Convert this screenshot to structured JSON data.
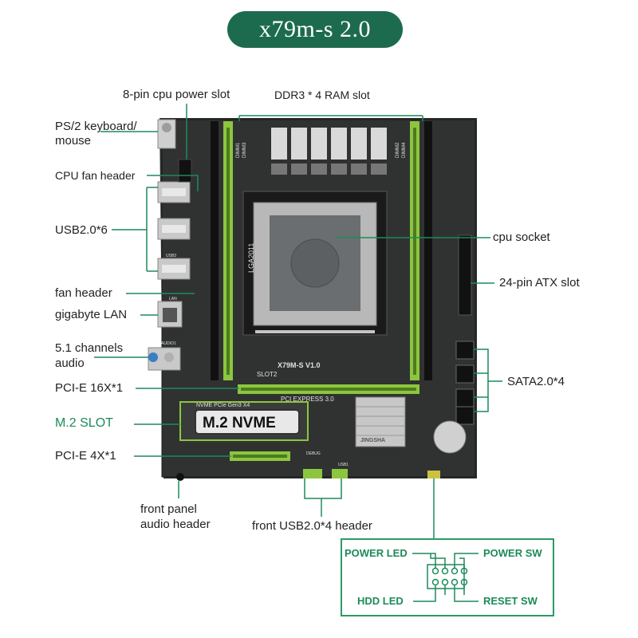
{
  "title": "x79m-s 2.0",
  "labels": {
    "cpu_power": "8-pin cpu power slot",
    "ram": "DDR3 * 4 RAM slot",
    "ps2_line1": "PS/2 keyboard/",
    "ps2_line2": "mouse",
    "cpu_fan": "CPU fan header",
    "usb": "USB2.0*6",
    "fan": "fan header",
    "lan": "gigabyte LAN",
    "audio_line1": "5.1 channels",
    "audio_line2": "audio",
    "pcie16": "PCI-E 16X*1",
    "m2": "M.2 SLOT",
    "pcie4": "PCI-E 4X*1",
    "front_audio_line1": "front panel",
    "front_audio_line2": "audio header",
    "front_usb": "front USB2.0*4 header",
    "cpu_socket": "cpu socket",
    "atx": "24-pin ATX slot",
    "sata": "SATA2.0*4"
  },
  "board_text": {
    "socket": "LGA2011",
    "model": "X79M-S   V1.0",
    "slot": "SLOT2",
    "pci_express": "PCI EXPRESS 3.0",
    "nvme_silk": "NVME PCIe Gen3 X4",
    "m2_badge": "M.2 NVME",
    "dimm1": "DIMM1",
    "dimm3": "DIMM3",
    "dimm2": "DIMM2",
    "dimm4": "DIMM4",
    "lan_silk": "LAN",
    "audio_silk": "AUDIO1",
    "usb3_silk": "USB3",
    "usb1_silk": "USB1",
    "debug_silk": "DEBUG",
    "brand_silk": "JINGSHA"
  },
  "panel": {
    "power_led": "POWER LED",
    "power_sw": "POWER SW",
    "hdd_led": "HDD  LED",
    "reset_sw": "RESET SW"
  },
  "colors": {
    "accent_green": "#1d8a5a",
    "title_bg": "#1d6b4e",
    "pcb": "#2a2c2b",
    "slot_green": "#8cc63f"
  }
}
